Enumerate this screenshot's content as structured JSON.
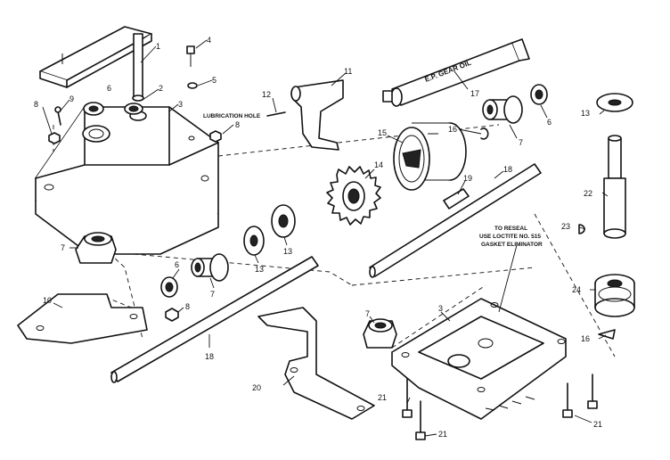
{
  "labels": {
    "l1": "1",
    "l2": "2",
    "l3a": "3",
    "l3b": "3",
    "l4": "4",
    "l5": "5",
    "l6a": "6",
    "l6b": "6",
    "l6c": "6",
    "l7a": "7",
    "l7b": "7",
    "l7c": "7",
    "l7d": "7",
    "l8a": "8",
    "l8b": "8",
    "l8c": "8",
    "l9": "9",
    "l10": "10",
    "l11": "11",
    "l12": "12",
    "l13a": "13",
    "l13b": "13",
    "l13c": "13",
    "l14": "14",
    "l15": "15",
    "l16a": "16",
    "l16b": "16",
    "l17": "17",
    "l18a": "18",
    "l18b": "18",
    "l19": "19",
    "l20": "20",
    "l21a": "21",
    "l21b": "21",
    "l21c": "21",
    "l22": "22",
    "l23": "23",
    "l24": "24"
  },
  "notes": {
    "lubrication_hole": "LUBRICATION HOLE",
    "gear_oil": "E.P. GEAR OIL",
    "reseal_line1": "TO RESEAL",
    "reseal_line2": "USE LOCTITE NO. 515",
    "reseal_line3": "GASKET ELIMINATOR"
  }
}
